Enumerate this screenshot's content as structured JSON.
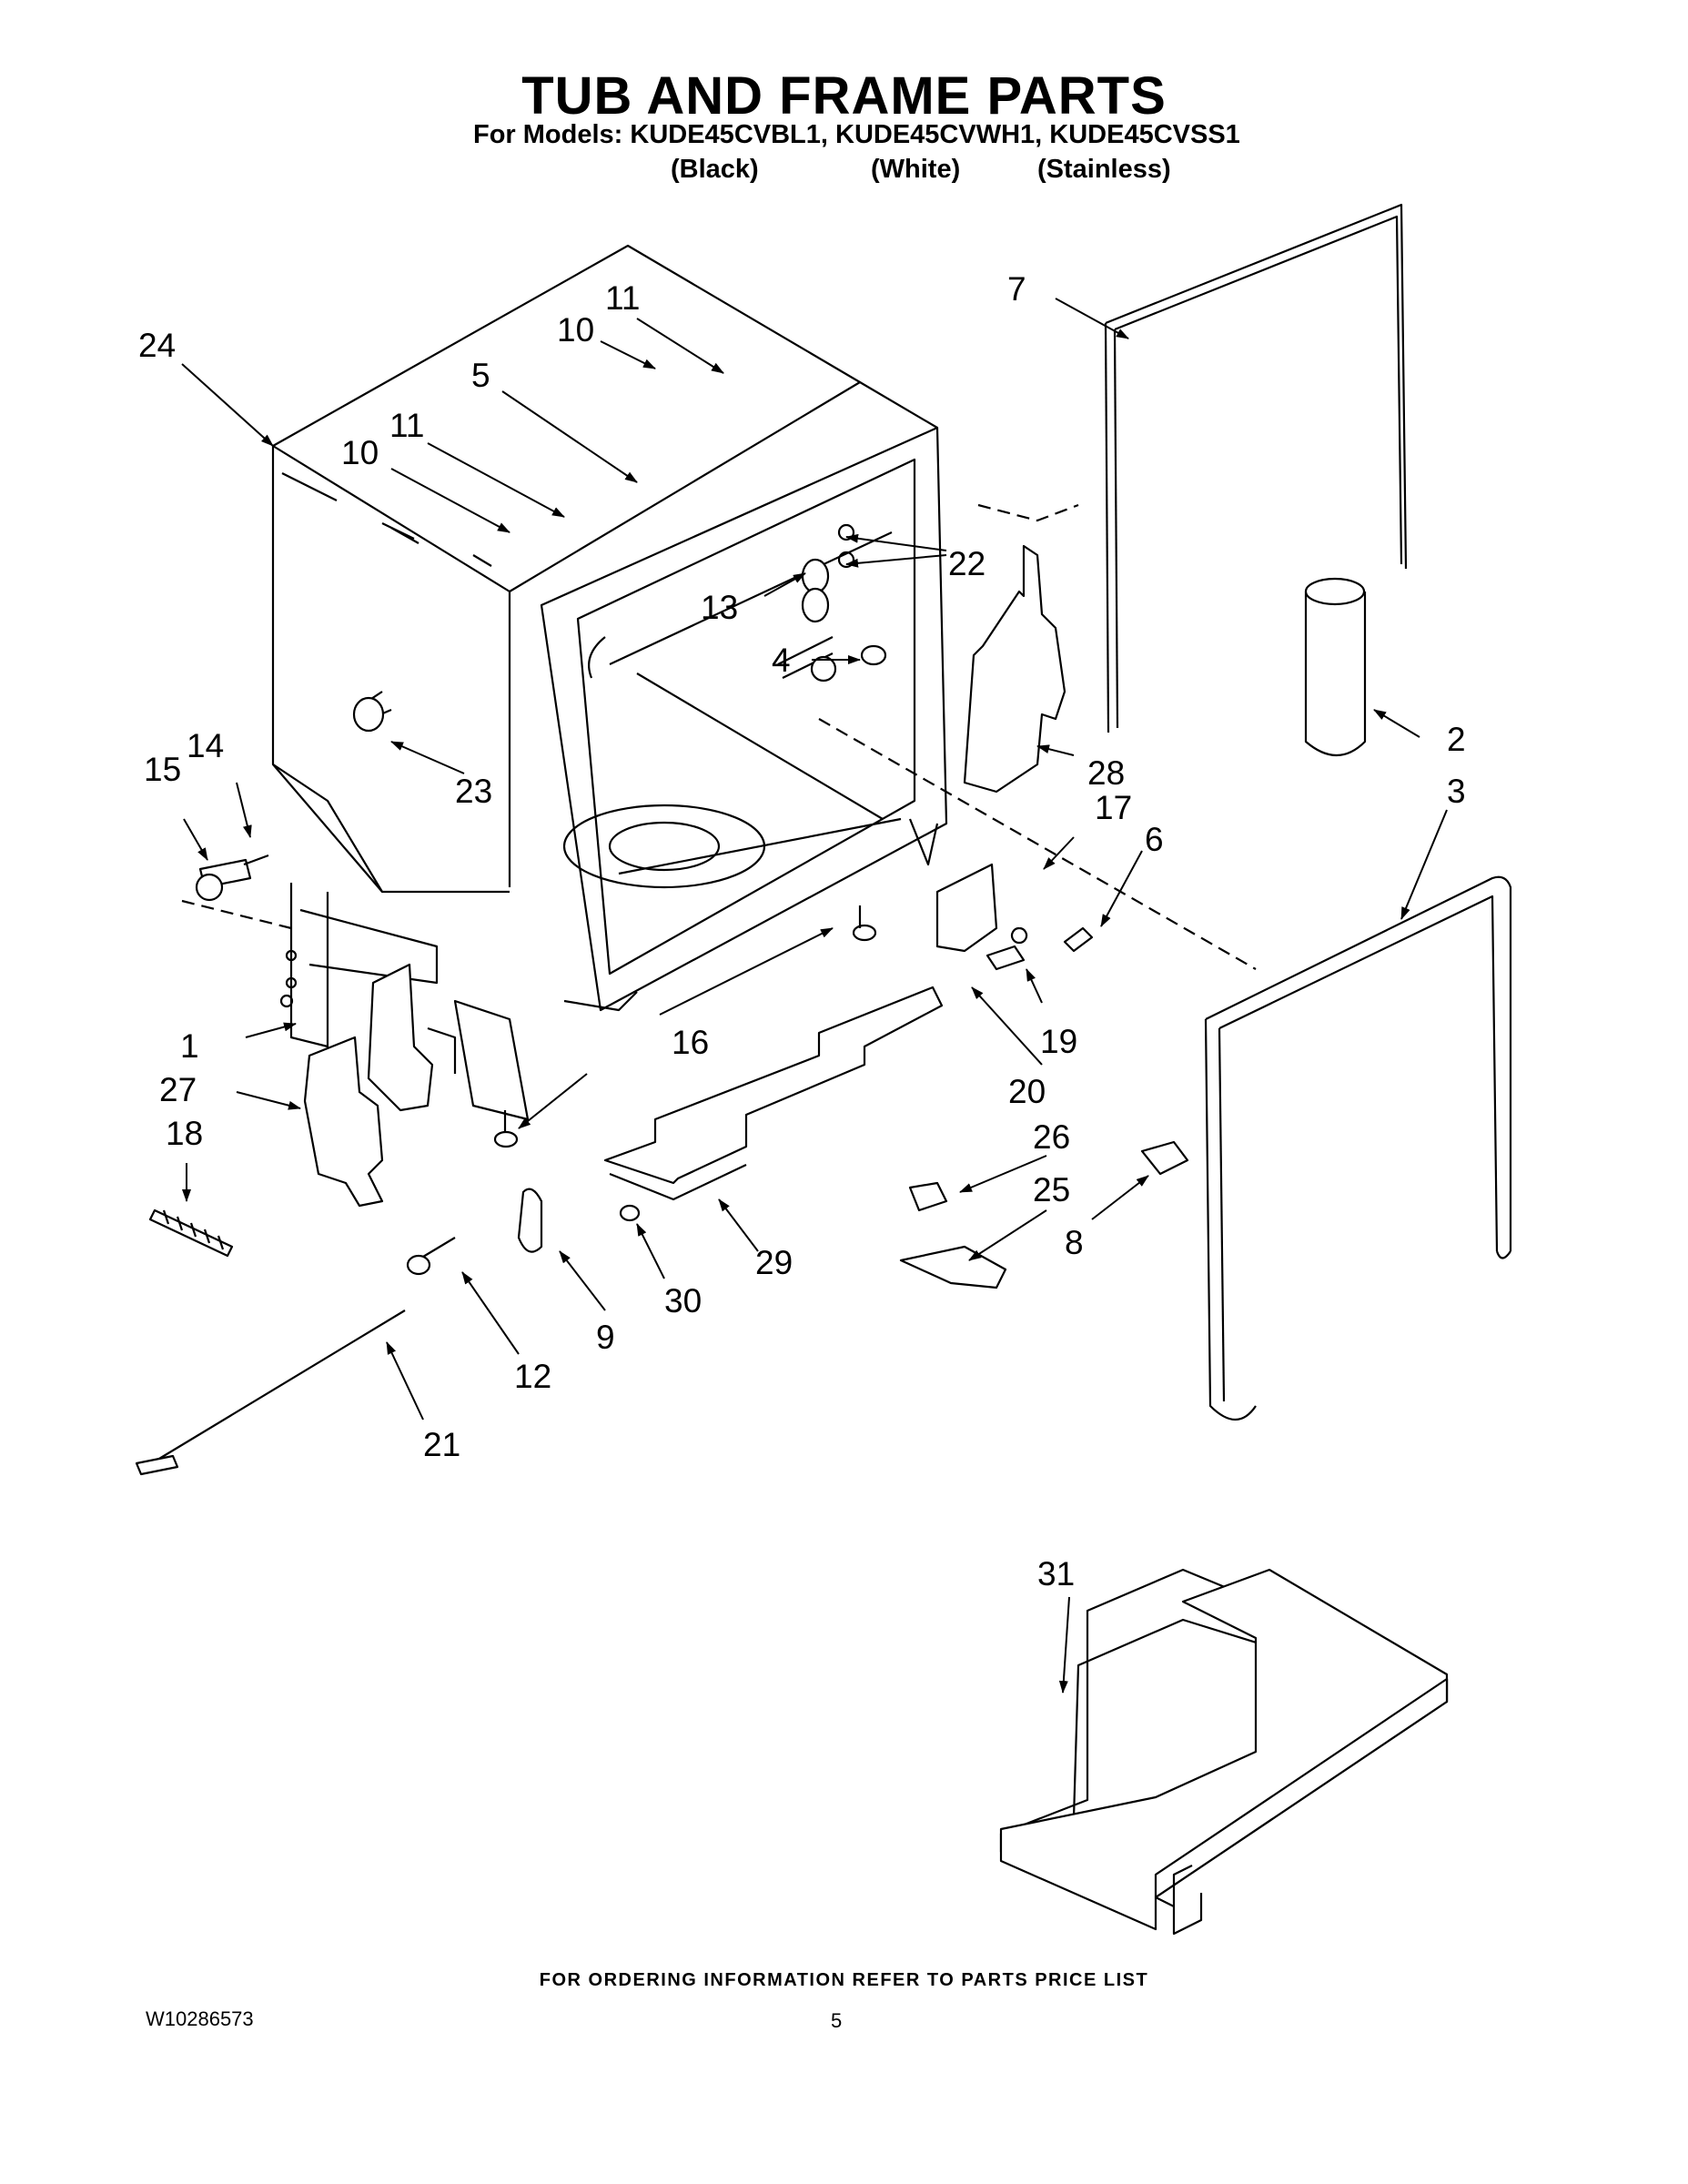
{
  "header": {
    "title": "TUB AND FRAME PARTS",
    "models_line": "For Models: KUDE45CVBL1, KUDE45CVWH1, KUDE45CVSS1",
    "variants": [
      "(Black)",
      "(White)",
      "(Stainless)"
    ]
  },
  "callouts": {
    "c1": "1",
    "c2": "2",
    "c3": "3",
    "c4": "4",
    "c5": "5",
    "c6": "6",
    "c7": "7",
    "c8": "8",
    "c9": "9",
    "c10a": "10",
    "c10b": "10",
    "c11a": "11",
    "c11b": "11",
    "c12": "12",
    "c13": "13",
    "c14": "14",
    "c15": "15",
    "c16": "16",
    "c17": "17",
    "c18": "18",
    "c19": "19",
    "c20": "20",
    "c21": "21",
    "c22": "22",
    "c23": "23",
    "c24": "24",
    "c25": "25",
    "c26": "26",
    "c27": "27",
    "c28": "28",
    "c29": "29",
    "c30": "30",
    "c31": "31"
  },
  "footer": {
    "ordering_note": "FOR ORDERING INFORMATION REFER TO PARTS PRICE LIST",
    "doc_number": "W10286573",
    "page_number": "5"
  }
}
